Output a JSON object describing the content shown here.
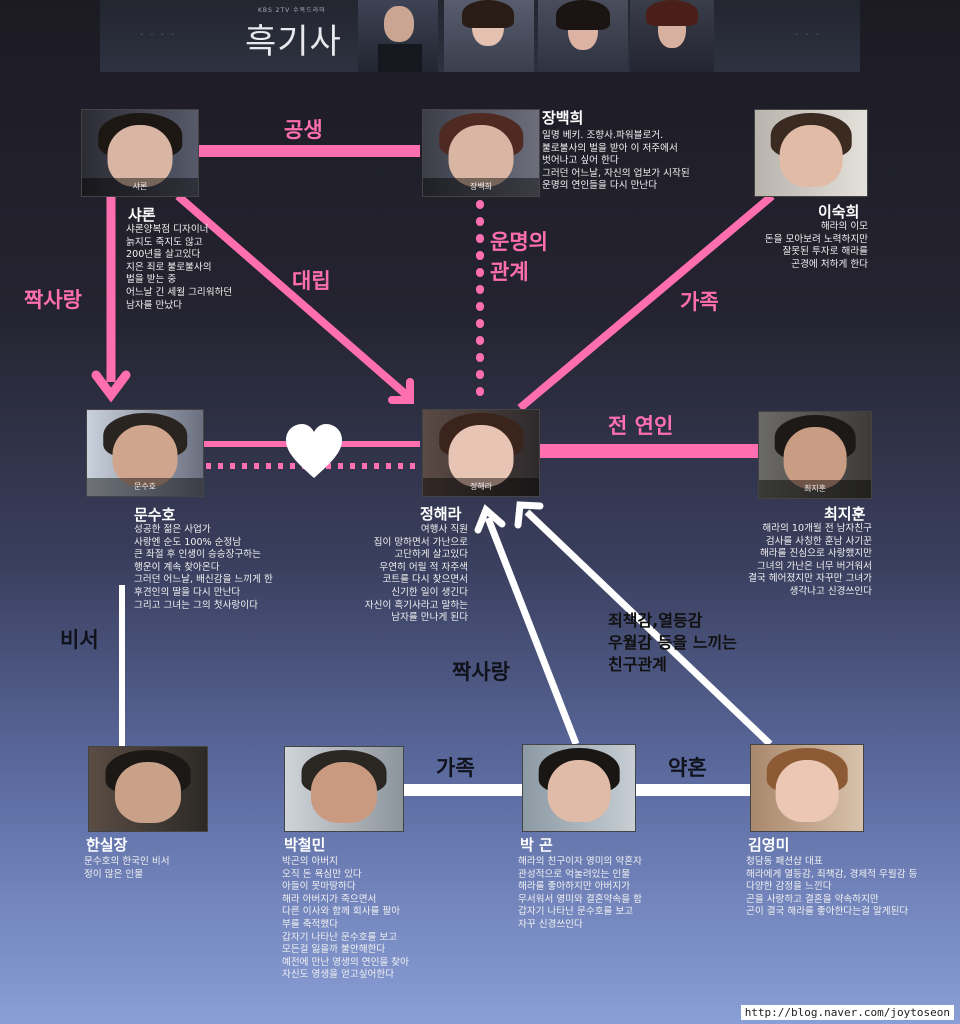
{
  "header": {
    "logo": "흑기사",
    "logo_sub": "KBS 2TV 수목드라마",
    "deco_left": "· · ·  ·",
    "deco_right": "·  ·  ·"
  },
  "relations": {
    "gongsaeng": "공생",
    "unmyeong_1": "운명의",
    "unmyeong_2": "관계",
    "daerip": "대립",
    "jjaksarang_left": "짝사랑",
    "gajok_right": "가족",
    "jeon_yeonin": "전 연인",
    "biseo": "비서",
    "jjaksarang_mid": "짝사랑",
    "friend": "죄책감,열등감\n우월감 등을 느끼는\n친구관계",
    "gajok_bottom": "가족",
    "yakhon": "약혼"
  },
  "characters": {
    "sharon": {
      "name": "샤론",
      "caption": "샤론",
      "desc": "샤론양복점 디자이너\n늙지도 죽지도 않고\n200년을 살고있다\n지은 죄로 불로불사의\n벌을 받는 중\n어느날 긴 세월 그리워하던\n남자를 만났다"
    },
    "jang": {
      "name": "장백희",
      "caption": "장백희",
      "desc": "일명 베키. 조향사.파워블로거.\n불로불사의 벌을 받아 이 저주에서\n벗어나고 싶어 한다\n그러던 어느날, 자신의 업보가 시작된\n운명의 연인들을 다시 만난다"
    },
    "lee": {
      "name": "이숙희",
      "desc": "해라의 이모\n돈을 모아보려 노력하지만\n잘못된 투자로 해라를\n곤경에 처하게 한다"
    },
    "moon": {
      "name": "문수호",
      "caption": "문수호",
      "desc": "성공한 젊은 사업가\n사랑엔 순도 100% 순정남\n큰 좌절 후 인생이 승승장구하는\n행운이 계속 찾아온다\n그러던 어느날, 배신감을 느끼게 한\n후견인의 딸을 다시 만난다\n그리고 그녀는 그의 첫사랑이다"
    },
    "jung": {
      "name": "정해라",
      "caption": "정해라",
      "desc": "여행사 직원\n집이 망하면서 가난으로\n고단하게 살고있다\n우연히 어릴 적 자주색\n코트를 다시 찾으면서\n신기한 일이 생긴다\n자신이 흑기사라고 말하는\n남자를 만나게 된다"
    },
    "choi": {
      "name": "최지훈",
      "caption": "최지훈",
      "desc": "해라의 10개월 전 남자친구\n검사를 사칭한 훈남 사기꾼\n해라를 진심으로 사랑했지만\n그녀의 가난은 너무 버거워서\n결국 헤어졌지만 자꾸만 그녀가\n생각나고 신경쓰인다"
    },
    "han": {
      "name": "한실장",
      "desc": "문수호의 한국인 비서\n정이 많은 인물"
    },
    "park_c": {
      "name": "박철민",
      "desc": "박곤의 아버지\n오직 돈 욕심만 있다\n아들이 못마땅하다\n해라 아버지가 죽으면서\n다른 이사와 함께 회사를 팔아\n부를 축적했다\n갑자기 나타난 문수호를 보고\n모든걸 잃을까 불안해한다\n예전에 만난 영생의 연인을 찾아\n자신도 영생을 얻고싶어한다"
    },
    "park_g": {
      "name": "박 곤",
      "desc": "해라의 친구이자 영미의 약혼자\n관성적으로 억눌려있는 인물\n해라를 좋아하지만 아버지가\n무서워서 영미와 결혼약속을 함\n갑자기 나타난 문수호를 보고\n자꾸 신경쓰인다"
    },
    "kim": {
      "name": "김영미",
      "desc": "청담동 패션샵 대표\n해라에게 열등감, 죄책감, 경제적 우월감 등\n다양한 감정을 느낀다\n곤을 사랑하고 결혼을 약속하지만\n곤이 결국 해라를 좋아한다는걸 알게된다"
    }
  },
  "watermark": "http://blog.naver.com/joytoseon",
  "colors": {
    "pink": "#ff6fb0",
    "white": "#ffffff"
  }
}
